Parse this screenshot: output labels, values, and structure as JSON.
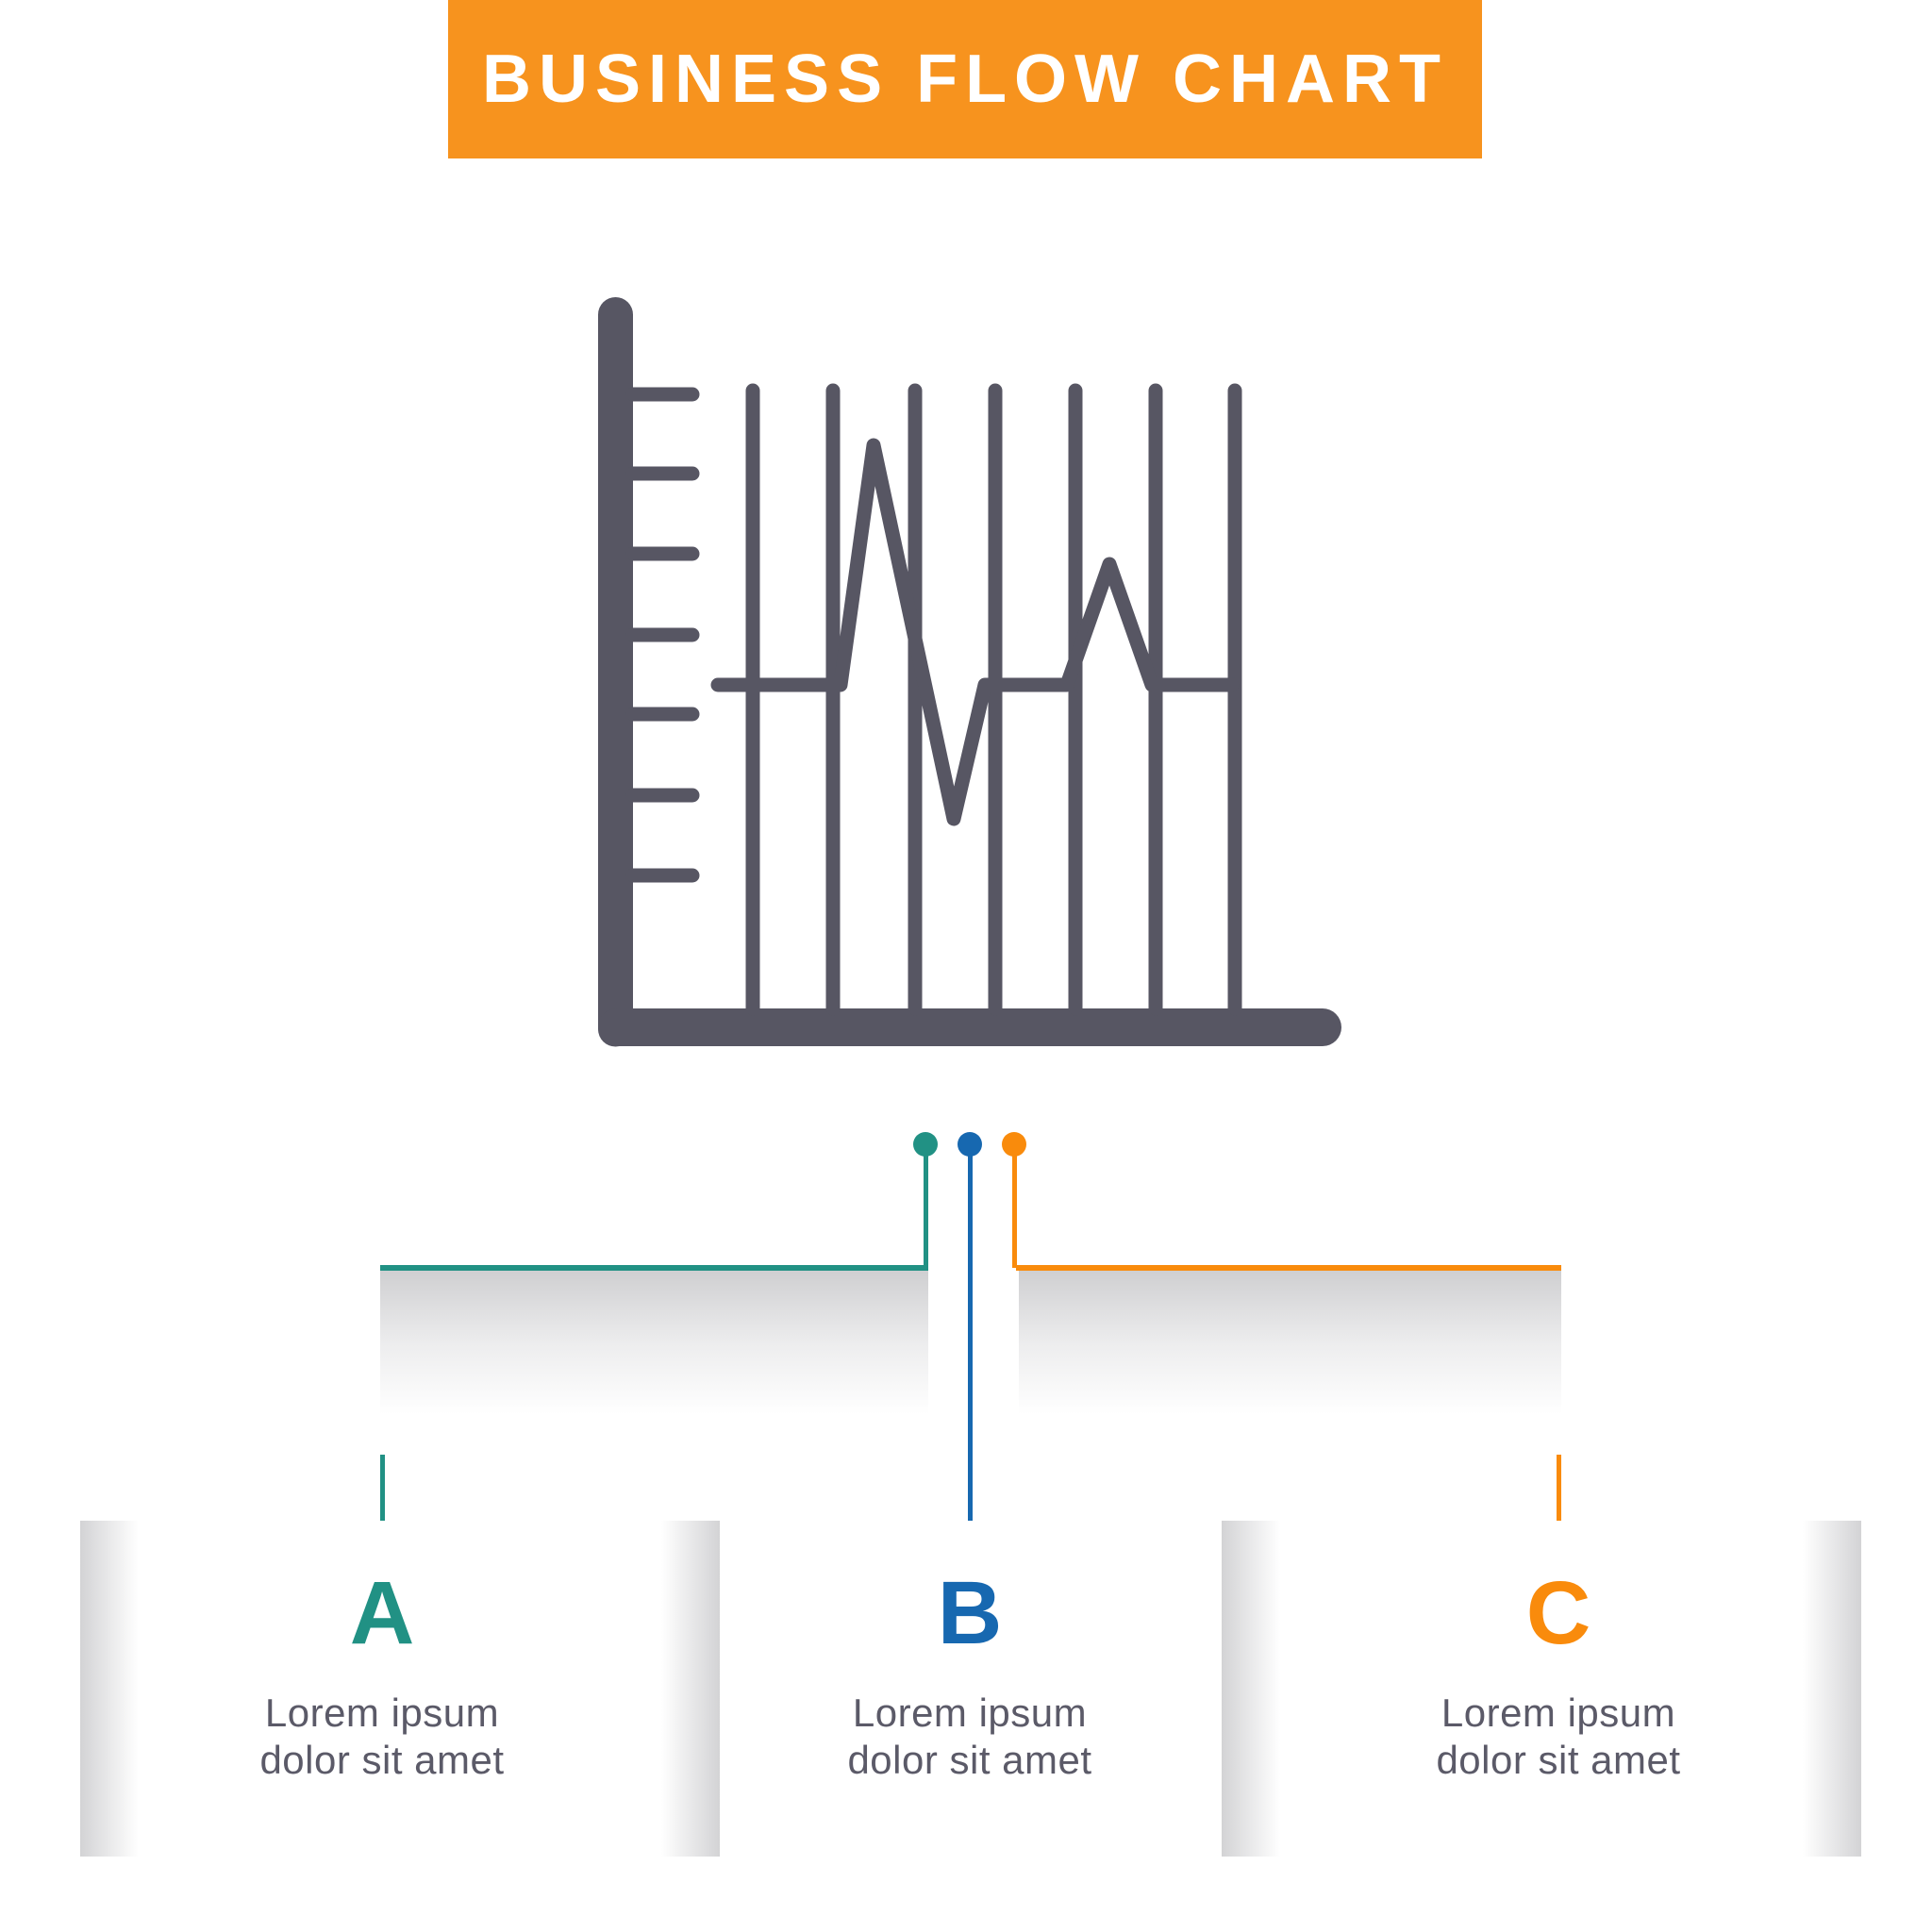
{
  "banner": {
    "title": "BUSINESS FLOW CHART"
  },
  "icon": {
    "name": "bar-line-chart"
  },
  "nodes": [
    {
      "letter": "A",
      "color": "#219184",
      "line1": "Lorem ipsum",
      "line2": "dolor sit amet"
    },
    {
      "letter": "B",
      "color": "#1768B0",
      "line1": "Lorem ipsum",
      "line2": "dolor sit amet"
    },
    {
      "letter": "C",
      "color": "#F98B0C",
      "line1": "Lorem ipsum",
      "line2": "dolor sit amet"
    }
  ],
  "colors": {
    "banner_bg": "#F7931E",
    "banner_text": "#FFFFFF",
    "icon_gray": "#575663",
    "text_gray": "#5B5A68",
    "teal": "#219184",
    "blue": "#1768B0",
    "orange": "#F98B0C",
    "card_edge": "#D3D3D5",
    "ribbon_shadow": "#CFCFD1"
  }
}
